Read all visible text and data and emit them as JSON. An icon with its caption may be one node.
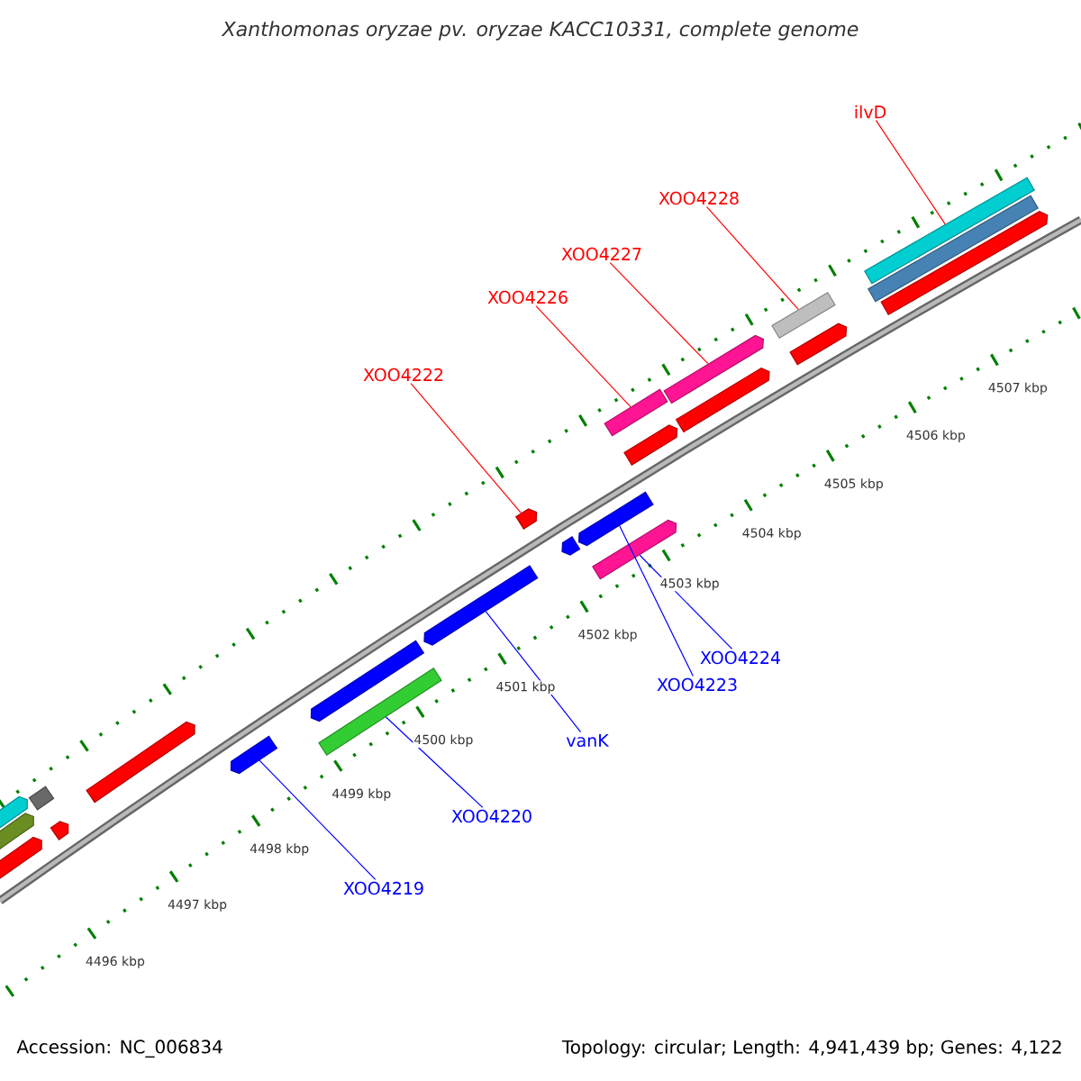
{
  "diagram": {
    "title": "Xanthomonas oryzae pv. oryzae KACC10331, complete genome",
    "nodes": [
      {
        "text": [
          "XOO4222"
        ]
      },
      {
        "text": [
          "XOO4226"
        ]
      },
      {
        "text": [
          "XOO4227"
        ]
      },
      {
        "text": [
          "XOO4228"
        ]
      },
      {
        "text": [
          "ilvD"
        ]
      },
      {
        "text": [
          "XOO4219"
        ]
      },
      {
        "text": [
          "XOO4220"
        ]
      },
      {
        "text": [
          "vanK"
        ]
      },
      {
        "text": [
          "XOO4223"
        ]
      },
      {
        "text": [
          "XOO4224"
        ]
      },
      {
        "text": [],
        "shape": "bar"
      },
      {
        "text": [],
        "shape": "bar"
      },
      {
        "text": [],
        "shape": "bar"
      },
      {
        "text": [],
        "shape": "bar"
      },
      {
        "text": [],
        "shape": "bar"
      },
      {
        "text": [],
        "shape": "bar"
      },
      {
        "text": [],
        "shape": "bar"
      },
      {
        "text": [],
        "shape": "bar"
      },
      {
        "text": [],
        "shape": "bar"
      },
      {
        "text": [],
        "shape": "bar"
      },
      {
        "text": [],
        "shape": "bar"
      },
      {
        "text": [],
        "shape": "bar"
      },
      {
        "text": [],
        "shape": "bar"
      },
      {
        "text": [],
        "shape": "bar"
      },
      {
        "text": [],
        "shape": "bar"
      },
      {
        "text": [],
        "shape": "bar"
      },
      {
        "text": [],
        "shape": "bar"
      },
      {
        "text": [],
        "shape": "bar"
      },
      {
        "text": [],
        "shape": "bar"
      },
      {
        "text": [],
        "shape": "bar"
      },
      {
        "text": [],
        "shape": "bar"
      },
      {
        "text": [],
        "shape": "bar"
      },
      {
        "text": [],
        "shape": "bar"
      }
    ],
    "edges": [
      {
        "from": 0,
        "to": 20,
        "arrow": "none",
        "color": "#ff0000"
      },
      {
        "from": 1,
        "to": 24,
        "arrow": "none",
        "color": "#ff0000"
      },
      {
        "from": 2,
        "to": 26,
        "arrow": "none",
        "color": "#ff0000"
      },
      {
        "from": 3,
        "to": 28,
        "arrow": "none",
        "color": "#ff0000"
      },
      {
        "from": 4,
        "to": 30,
        "arrow": "none",
        "color": "#ff0000"
      },
      {
        "from": 5,
        "to": 16,
        "arrow": "none",
        "color": "#0000ff"
      },
      {
        "from": 6,
        "to": 18,
        "arrow": "none",
        "color": "#0000ff"
      },
      {
        "from": 7,
        "to": 19,
        "arrow": "none",
        "color": "#0000ff"
      },
      {
        "from": 8,
        "to": 22,
        "arrow": "none",
        "color": "#0000ff"
      },
      {
        "from": 9,
        "to": 23,
        "arrow": "none",
        "color": "#0000ff"
      }
    ],
    "labels": [
      "4496 kbp",
      "4497 kbp",
      "4498 kbp",
      "4499 kbp",
      "4500 kbp",
      "4501 kbp",
      "4502 kbp",
      "4503 kbp",
      "4504 kbp",
      "4505 kbp",
      "4506 kbp",
      "4507 kbp",
      "Accession: NC_006834",
      "Topology: circular; Length: 4,941,439 bp; Genes: 4,122"
    ]
  }
}
